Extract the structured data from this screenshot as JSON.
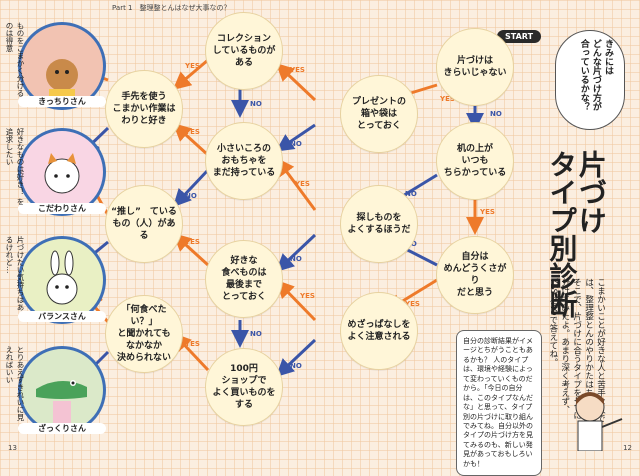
{
  "header": "Part 1　整理整とんはなぜ大事なの？",
  "page_left": "13",
  "page_right": "12",
  "start_label": "START",
  "question_bubble": "きみには\nどんな片づけ方が\n合っているかな？",
  "title": "片づけ\nタイプ別診断",
  "intro": "こまかいことが好きな人と苦手な人では、整理整とんのやりかたはちがう。そこで、片づけに合うタイプを4つに分けてみたよ。あまり深く考えず、YES／NOで答えてね。",
  "note": "自分の診断結果がイメージとちがうこともあるかも？ 人のタイプは、環境や経験によって変わっていくものだから。「今日の自分は、このタイプなんだな」と思って、タイプ別の片づけに取り組んでみてね。自分以外のタイプの片づけ方を見てみるのも、新しい発見があっておもしろいかも！",
  "answers": {
    "yes": "YES",
    "no": "NO"
  },
  "nodes": {
    "q1": "片づけは\nきらいじゃない",
    "q2": "机の上が\nいつも\nちらかっている",
    "q3": "自分は\nめんどうくさがり\nだと思う",
    "q4": "プレゼントの\n箱や袋は\nとっておく",
    "q5": "探しものを\nよくするほうだ",
    "q6": "めざっぱなしを\nよく注意される",
    "q7": "コレクション\nしているものが\nある",
    "q8": "小さいころの\nおもちゃを\nまだ持っている",
    "q9": "好きな\n食べものは\n最後まで\nとっておく",
    "q10": "100円\nショップで\nよく買いものを\nする",
    "q11": "手先を使う\nこまかい作業は\nわりと好き",
    "q12": "“推し”　ている\nもの（人）がある",
    "q13": "「何食べたい？」\nと聞かれても\nなかなか\n決められない"
  },
  "results": [
    {
      "name": "きっちりさん",
      "phrase": "ものをこまかく分けるのは得意",
      "color": "#f2c3b2"
    },
    {
      "name": "こだわりさん",
      "phrase": "好きなものは好き！ を追求したい",
      "color": "#f9d6e4"
    },
    {
      "name": "バランスさん",
      "phrase": "片づけたい気持ちはあるけれど…",
      "color": "#e9f0c4"
    },
    {
      "name": "ざっくりさん",
      "phrase": "とりあえずきれいに見えればいい",
      "color": "#dbe9c9"
    }
  ],
  "colors": {
    "yes": "#ee7a2a",
    "no": "#3a55a8",
    "node_fill": "#fff6d8",
    "ring": "#3e6fb6"
  }
}
